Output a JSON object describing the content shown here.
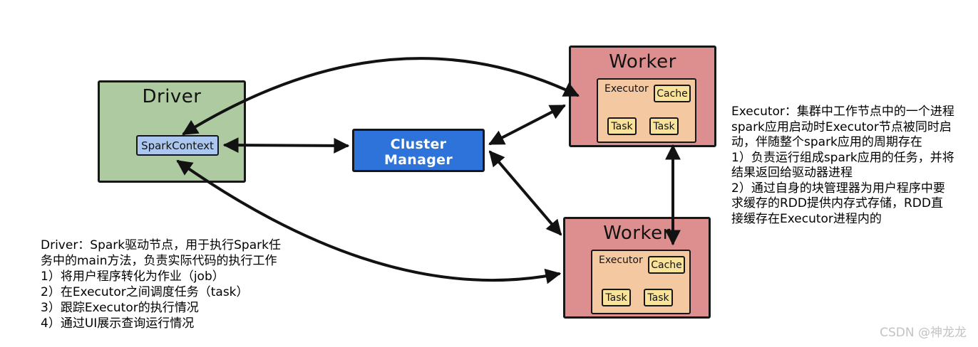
{
  "diagram_title": "Spark architecture diagram",
  "driver": {
    "title": "Driver",
    "spark_context_label": "SparkContext"
  },
  "cluster_manager": {
    "label": "Cluster Manager"
  },
  "workers": [
    {
      "title": "Worker",
      "executor_label": "Executor",
      "cache_label": "Cache",
      "tasks": [
        "Task",
        "Task"
      ]
    },
    {
      "title": "Worker",
      "executor_label": "Executor",
      "cache_label": "Cache",
      "tasks": [
        "Task",
        "Task"
      ]
    }
  ],
  "notes": {
    "driver": {
      "lines": [
        "Driver：Spark驱动节点，用于执行Spark任",
        "务中的main方法，负责实际代码的执行工作",
        "1）将用户程序转化为作业（job）",
        "2）在Executor之间调度任务（task）",
        "3）跟踪Executor的执行情况",
        "4）通过UI展示查询运行情况"
      ]
    },
    "executor": {
      "lines": [
        "Executor：集群中工作节点中的一个进程",
        "spark应用启动时Executor节点被同时启",
        "动，伴随整个spark应用的周期存在",
        "1）负责运行组成spark应用的任务，并将",
        "结果返回给驱动器进程",
        "2）通过自身的块管理器为用户程序中要",
        "求缓存的RDD提供内存式存储，RDD直",
        "接缓存在Executor进程内的"
      ]
    }
  },
  "watermark": "CSDN @神龙龙",
  "colors": {
    "driver_fill": "#aecaa0",
    "spark_context_fill": "#abc7ef",
    "cluster_manager_fill": "#2e73d9",
    "worker_fill": "#dd8f8f",
    "executor_fill": "#f4c8a1",
    "cache_task_fill": "#f9e29a",
    "arrow_color": "#121212",
    "watermark_color": "#c3c3c3"
  }
}
